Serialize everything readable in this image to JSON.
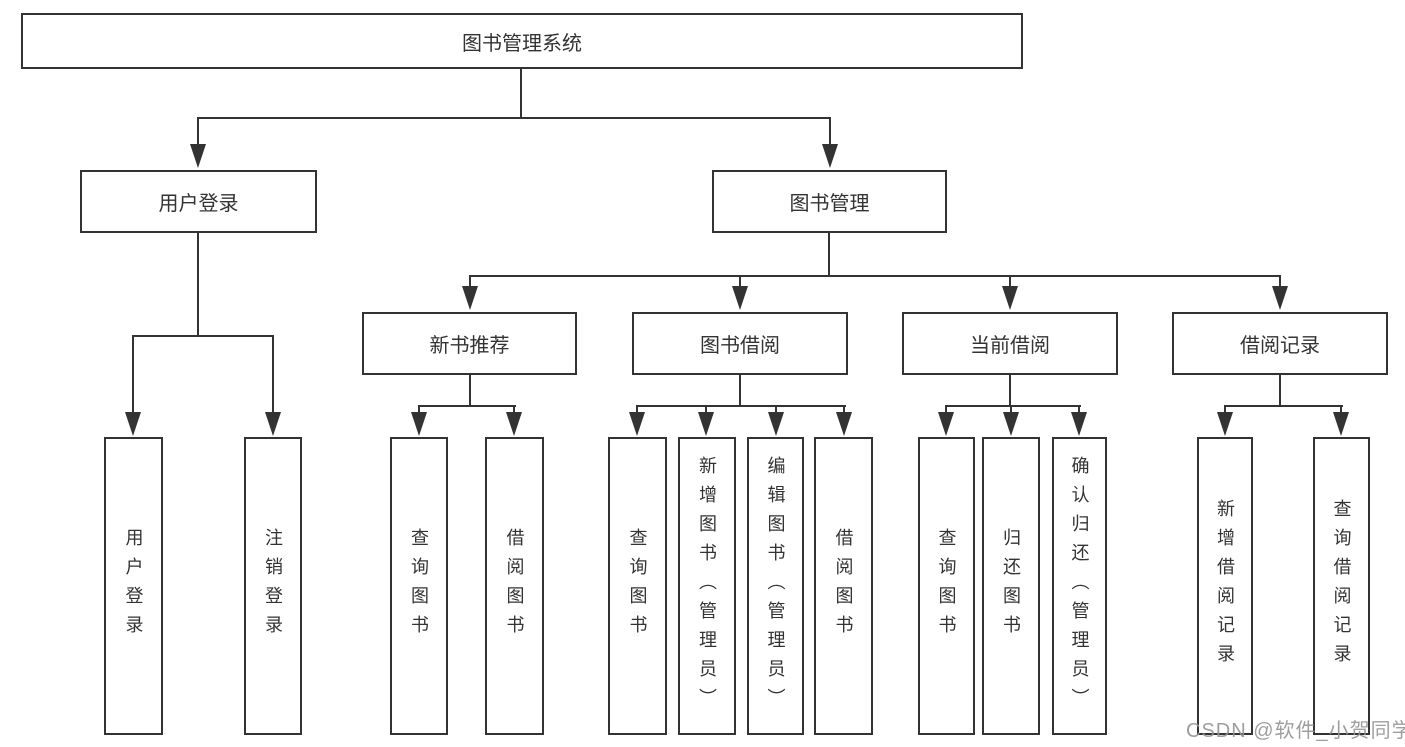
{
  "diagram": {
    "root": {
      "label": "图书管理系统"
    },
    "branches": [
      {
        "label": "用户登录",
        "children": [
          {
            "label": "用户登录"
          },
          {
            "label": "注销登录"
          }
        ]
      },
      {
        "label": "图书管理",
        "children": [
          {
            "label": "新书推荐",
            "children": [
              {
                "label": "查询图书"
              },
              {
                "label": "借阅图书"
              }
            ]
          },
          {
            "label": "图书借阅",
            "children": [
              {
                "label": "查询图书"
              },
              {
                "label": "新增图书（管理员）"
              },
              {
                "label": "编辑图书（管理员）"
              },
              {
                "label": "借阅图书"
              }
            ]
          },
          {
            "label": "当前借阅",
            "children": [
              {
                "label": "查询图书"
              },
              {
                "label": "归还图书"
              },
              {
                "label": "确认归还（管理员）"
              }
            ]
          },
          {
            "label": "借阅记录",
            "children": [
              {
                "label": "新增借阅记录"
              },
              {
                "label": "查询借阅记录"
              }
            ]
          }
        ]
      }
    ],
    "watermark": "CSDN @软件_小贺同学",
    "colors": {
      "line": "#333333",
      "text": "#333333",
      "watermark": "#949494",
      "background": "#ffffff"
    }
  }
}
